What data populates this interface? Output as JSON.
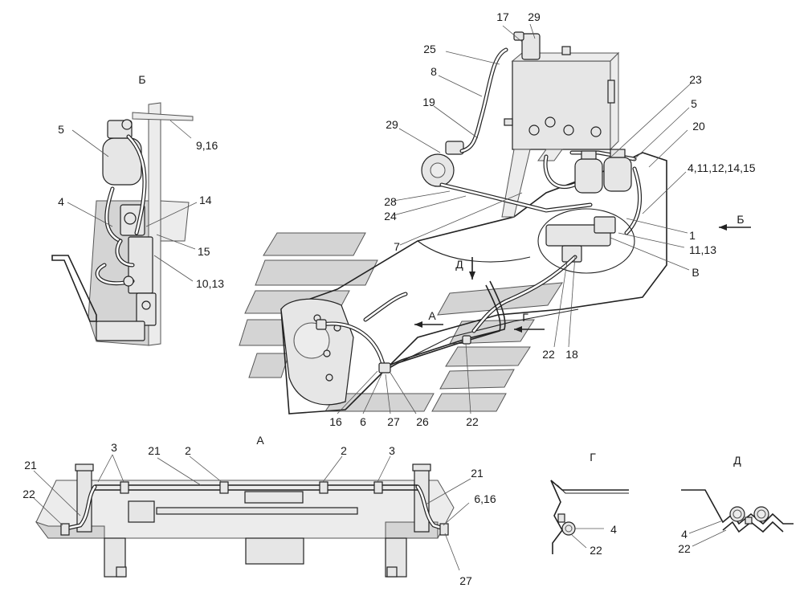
{
  "views": {
    "b": "Б",
    "a": "А",
    "g": "Г",
    "d": "Д"
  },
  "markers": {
    "arrow_b": "Б",
    "arrow_a": "А",
    "arrow_g": "Г",
    "arrow_d": "Д",
    "v": "В"
  },
  "labels_view_b": {
    "l5": "5",
    "l4": "4",
    "l9_16": "9,16",
    "l14": "14",
    "l15": "15",
    "l10_13": "10,13"
  },
  "labels_main": {
    "l17": "17",
    "l29a": "29",
    "l25": "25",
    "l8": "8",
    "l19": "19",
    "l29b": "29",
    "l23": "23",
    "l5": "5",
    "l20": "20",
    "l4_11": "4,11,12,14,15",
    "l1": "1",
    "l11_13": "11,13",
    "l28": "28",
    "l24": "24",
    "l7": "7",
    "l22a": "22",
    "l18": "18",
    "l16": "16",
    "l6": "6",
    "l27": "27",
    "l26": "26",
    "l22b": "22"
  },
  "labels_view_a": {
    "l21a": "21",
    "l22": "22",
    "l3a": "3",
    "l21b": "21",
    "l2a": "2",
    "l2b": "2",
    "l3b": "3",
    "l21c": "21",
    "l6_16": "6,16",
    "l27": "27"
  },
  "labels_view_g": {
    "l4": "4",
    "l22": "22"
  },
  "labels_view_d": {
    "l4": "4",
    "l22": "22"
  }
}
